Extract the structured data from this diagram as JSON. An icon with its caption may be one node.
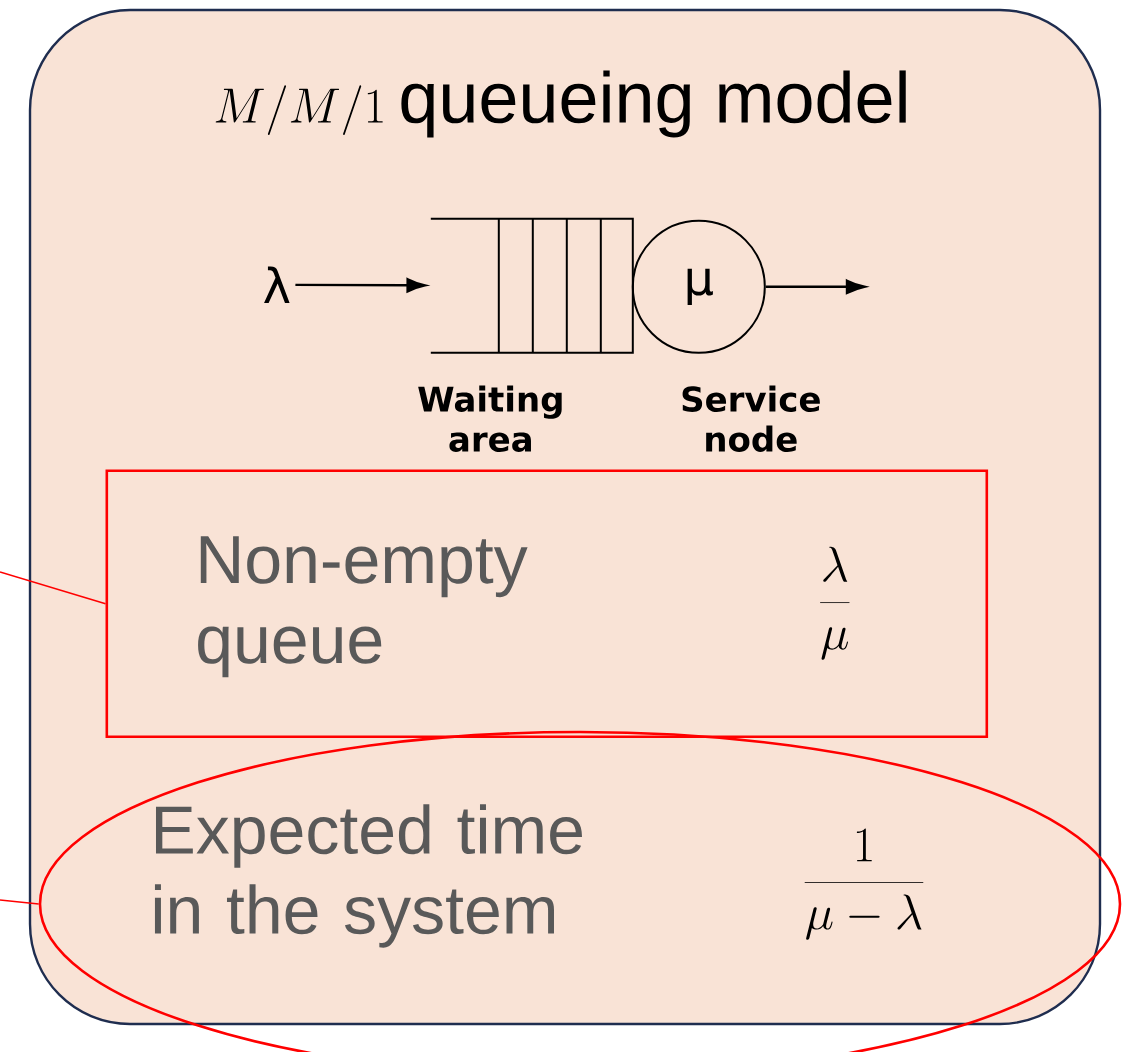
{
  "diagram": {
    "nodes": [
      {
        "text": [
          "M/M/1",
          "queueing model"
        ]
      },
      {
        "text": [
          "λ"
        ],
        "in": 0
      },
      {
        "text": [
          "Waiting area"
        ],
        "in": 0
      },
      {
        "text": [
          "μ"
        ],
        "beside": [
          "Service node"
        ],
        "in": 0
      },
      {
        "text": [
          "Non-empty queue",
          "\\frac{\\lambda}{\\mu}"
        ],
        "in": 0
      },
      {
        "text": [
          "Expected time in the system",
          "\\frac{1}{\\mu - \\lambda}"
        ]
      }
    ],
    "edges": [
      {
        "from": 1,
        "to": 2,
        "arrow": "to"
      },
      {
        "from": 3,
        "to": null,
        "arrow": "to"
      },
      {
        "from": null,
        "to": 4,
        "arrow": "none",
        "color": "#ff0000"
      },
      {
        "from": null,
        "to": 5,
        "arrow": "none",
        "color": "#ff0000"
      }
    ]
  }
}
